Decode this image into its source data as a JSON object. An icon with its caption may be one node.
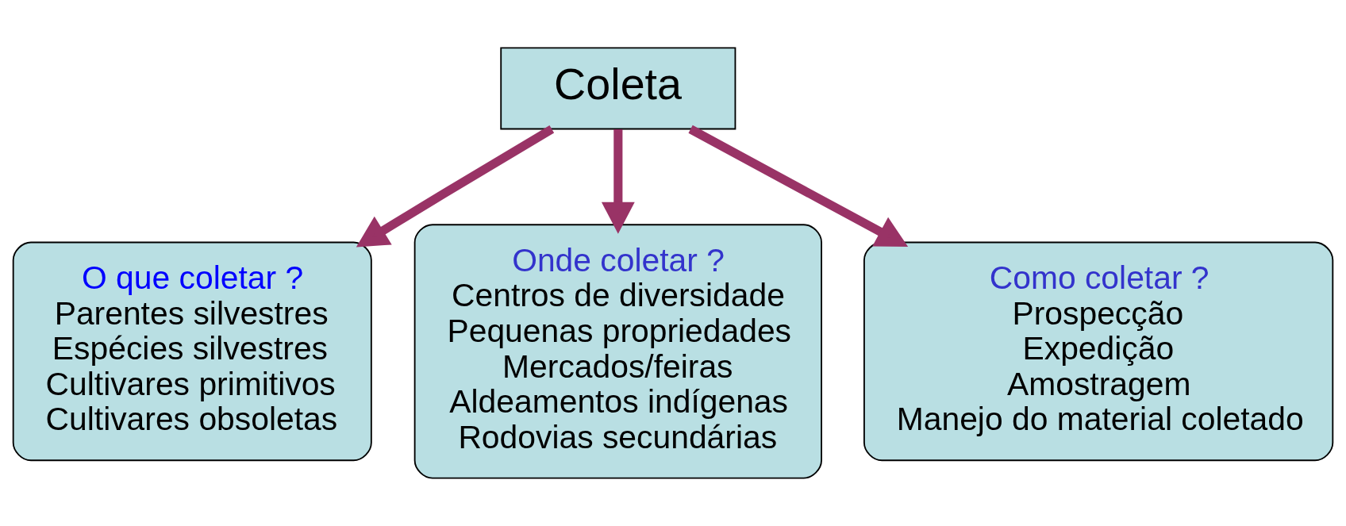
{
  "diagram": {
    "nodes": [
      {
        "text": [
          "Coleta"
        ]
      },
      {
        "text": [
          "O que coletar ?",
          "Parentes silvestres",
          "Espécies silvestres",
          "Cultivares primitivos",
          "Cultivares obsoletas"
        ]
      },
      {
        "text": [
          "Onde coletar ?",
          "Centros de diversidade",
          "Pequenas propriedades",
          "Mercados/feiras",
          "Aldeamentos indígenas",
          "Rodovias secundárias"
        ]
      },
      {
        "text": [
          "Como coletar ?",
          "Prospecção",
          "Expedição",
          "Amostragem",
          "Manejo do material coletado"
        ]
      }
    ],
    "edges": [
      {
        "from": 0,
        "to": 1,
        "arrow": "to"
      },
      {
        "from": 0,
        "to": 2,
        "arrow": "to"
      },
      {
        "from": 0,
        "to": 3,
        "arrow": "to"
      }
    ]
  }
}
